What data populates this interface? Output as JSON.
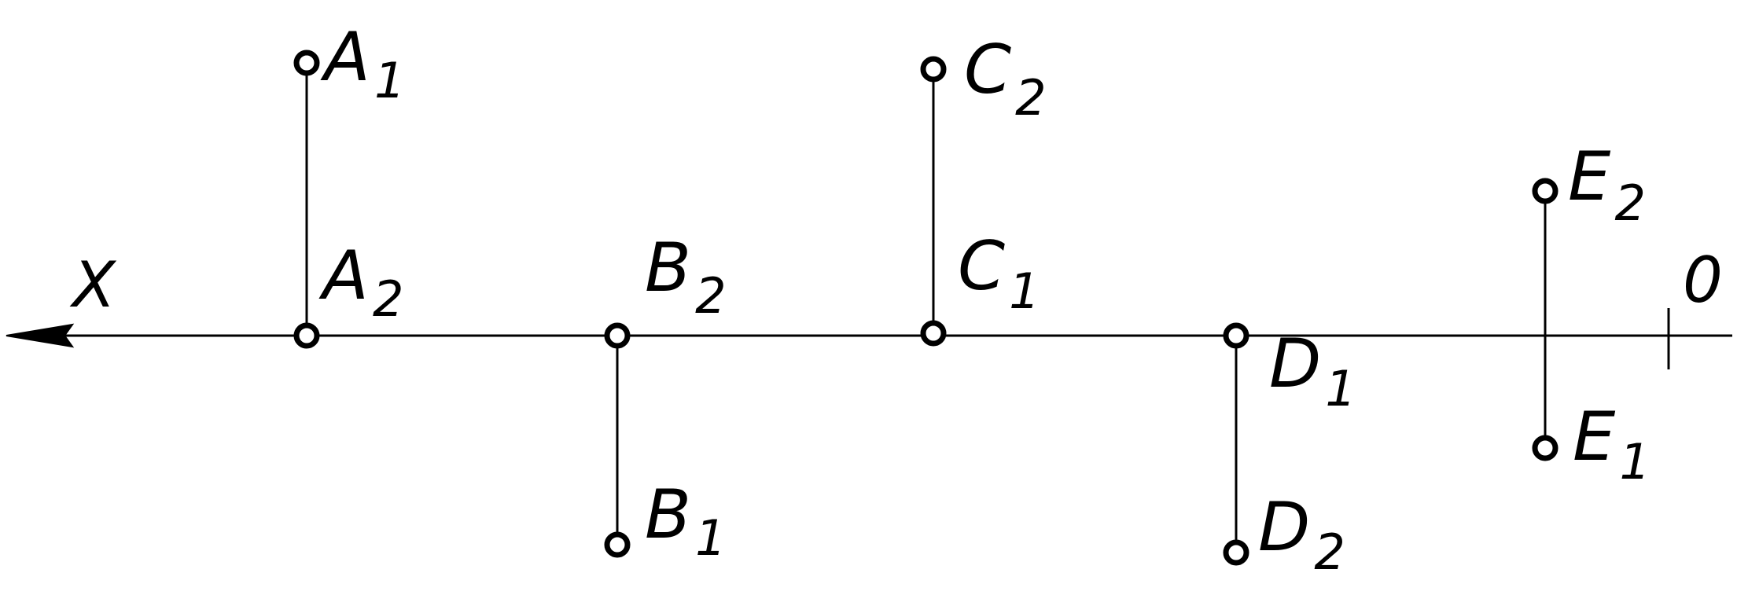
{
  "axis": {
    "name": "X",
    "origin_label": "0"
  },
  "points": {
    "A1": {
      "letter": "A",
      "index": "1"
    },
    "A2": {
      "letter": "A",
      "index": "2"
    },
    "B1": {
      "letter": "B",
      "index": "1"
    },
    "B2": {
      "letter": "B",
      "index": "2"
    },
    "C1": {
      "letter": "C",
      "index": "1"
    },
    "C2": {
      "letter": "C",
      "index": "2"
    },
    "D1": {
      "letter": "D",
      "index": "1"
    },
    "D2": {
      "letter": "D",
      "index": "2"
    },
    "E1": {
      "letter": "E",
      "index": "1"
    },
    "E2": {
      "letter": "E",
      "index": "2"
    }
  }
}
